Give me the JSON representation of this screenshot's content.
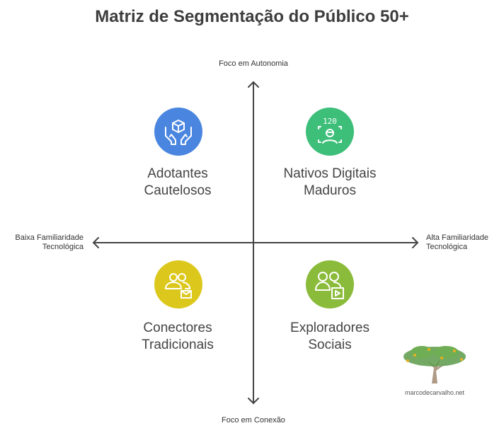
{
  "title": "Matriz de Segmentação do Público 50+",
  "axes": {
    "top": "Foco em Autonomia",
    "bottom": "Foco em Conexão",
    "left_line1": "Baixa Familiaridade",
    "left_line2": "Tecnológica",
    "right_line1": "Alta Familiaridade",
    "right_line2": "Tecnológica"
  },
  "quadrants": [
    {
      "line1": "Adotantes",
      "line2": "Cautelosos",
      "icon": "hands-box-icon",
      "color": "#4a86e0"
    },
    {
      "line1": "Nativos Digitais",
      "line2": "Maduros",
      "icon": "face-scan-icon",
      "color": "#3dbf7a",
      "icon_text": "120"
    },
    {
      "line1": "Conectores",
      "line2": "Tradicionais",
      "icon": "users-mail-icon",
      "color": "#dcc81c"
    },
    {
      "line1": "Exploradores",
      "line2": "Sociais",
      "icon": "users-video-icon",
      "color": "#8bbb3a"
    }
  ],
  "watermark": "marcodecarvalho.net"
}
